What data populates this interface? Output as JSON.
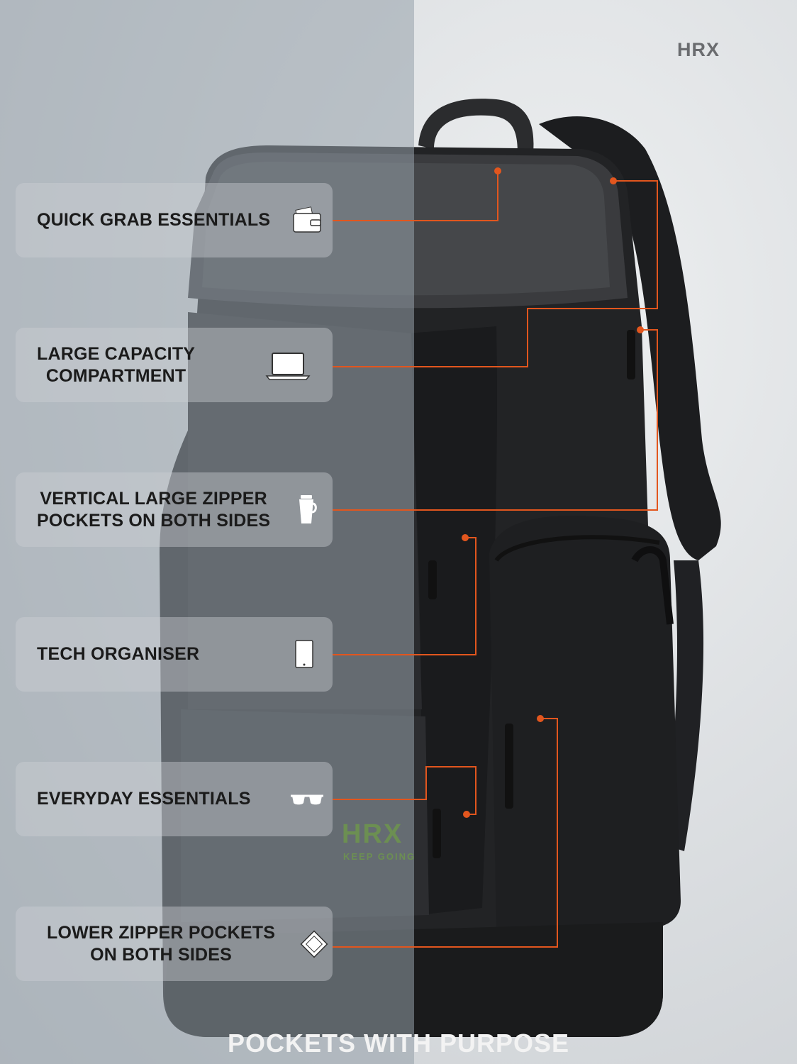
{
  "brand": {
    "logo": "HRX",
    "patch_name": "HRX",
    "patch_tagline": "KEEP GOING"
  },
  "colors": {
    "accent": "#e2561e",
    "label": "#1b1b1b",
    "patch": "#6c8f52"
  },
  "features": [
    {
      "label": "QUICK GRAB ESSENTIALS",
      "icon": "wallet-icon"
    },
    {
      "label_line1": "LARGE CAPACITY",
      "label_line2": "COMPARTMENT",
      "icon": "laptop-icon"
    },
    {
      "label_line1": "VERTICAL LARGE ZIPPER",
      "label_line2": "POCKETS ON BOTH SIDES",
      "icon": "tumbler-icon"
    },
    {
      "label": "TECH ORGANISER",
      "icon": "tablet-icon"
    },
    {
      "label": "EVERYDAY ESSENTIALS",
      "icon": "sunglasses-icon"
    },
    {
      "label_line1": "LOWER ZIPPER POCKETS",
      "label_line2": "ON BOTH SIDES",
      "icon": "notebook-icon"
    }
  ],
  "footer": {
    "title": "POCKETS WITH PURPOSE"
  }
}
